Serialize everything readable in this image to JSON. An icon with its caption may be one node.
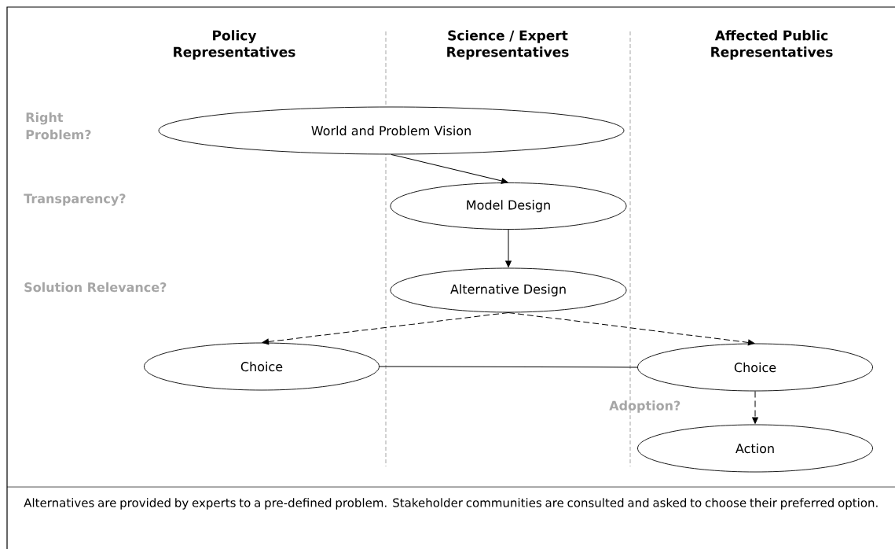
{
  "diagram": {
    "caption": "Alternatives are provided by experts to a pre-defined problem. Stakeholder communities are consulted and asked to choose their preferred option.",
    "nodes": [
      {
        "text": [
          "World and Problem Vision"
        ]
      },
      {
        "text": [
          "Model Design"
        ]
      },
      {
        "text": [
          "Alternative Design"
        ]
      },
      {
        "text": [
          "Choice"
        ]
      },
      {
        "text": [
          "Choice"
        ]
      },
      {
        "text": [
          "Action"
        ]
      }
    ],
    "edges": [
      {
        "from": 0,
        "to": 1,
        "arrow": "to"
      },
      {
        "from": 1,
        "to": 2,
        "arrow": "to"
      },
      {
        "from": 2,
        "to": 3,
        "arrow": "to",
        "style": "dashed"
      },
      {
        "from": 2,
        "to": 4,
        "arrow": "to",
        "style": "dashed"
      },
      {
        "from": 3,
        "to": 4,
        "arrow": "none"
      },
      {
        "from": 4,
        "to": 5,
        "arrow": "to",
        "style": "dashed"
      }
    ],
    "labels": [
      "Policy Representatives",
      "Science / Expert Representatives",
      "Affected Public Representatives",
      "Right Problem?",
      "Transparency?",
      "Solution Relevance?",
      "Adoption?"
    ]
  }
}
